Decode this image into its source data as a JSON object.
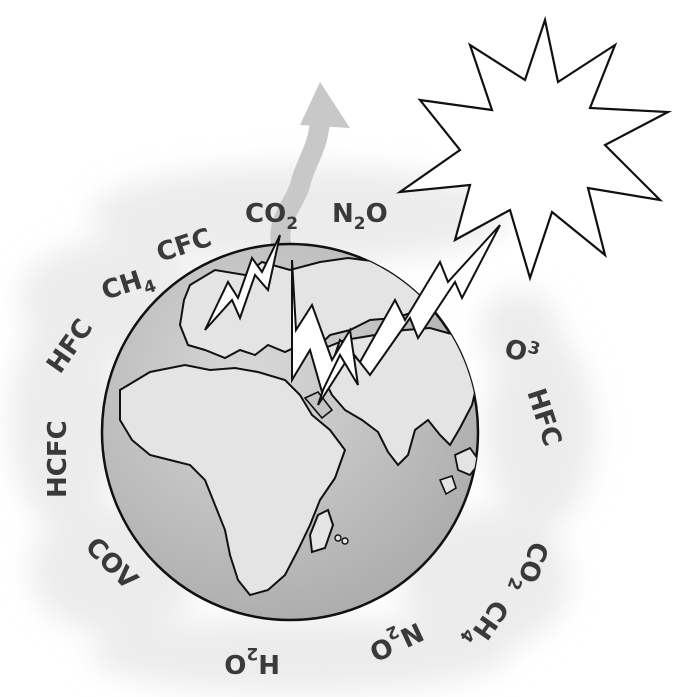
{
  "diagram": {
    "type": "greenhouse-effect-illustration",
    "icons": {
      "sun": "sun-icon",
      "earth": "globe-icon",
      "escaping_heat": "arrow-up-icon",
      "radiation": "lightning-bolt-icon"
    },
    "colors": {
      "ocean": "#c4c4c4",
      "land": "#e4e4e4",
      "haze": "#ececec",
      "escape_arrow": "#c8c8c8",
      "outline": "#111111",
      "label": "#3a3a3a"
    }
  },
  "gases": {
    "g1": {
      "main": "CFC",
      "sub": ""
    },
    "g2": {
      "main": "CO",
      "sub": "2"
    },
    "g3": {
      "main": "N",
      "sub": "2",
      "tail": "O"
    },
    "g4": {
      "main": "CH",
      "sub": "4"
    },
    "g5": {
      "main": "HFC",
      "sub": ""
    },
    "g6": {
      "main": "HCFC",
      "sub": ""
    },
    "g7": {
      "main": "COV",
      "sub": ""
    },
    "g8": {
      "main": "H",
      "sub": "2",
      "tail": "O"
    },
    "g9": {
      "main": "N",
      "sub": "2",
      "tail": "O"
    },
    "g10": {
      "main": "CH",
      "sub": "4"
    },
    "g11": {
      "main": "CO",
      "sub": "2"
    },
    "g12": {
      "main": "HFC",
      "sub": ""
    },
    "g13": {
      "main": "O",
      "sub": "3"
    }
  }
}
